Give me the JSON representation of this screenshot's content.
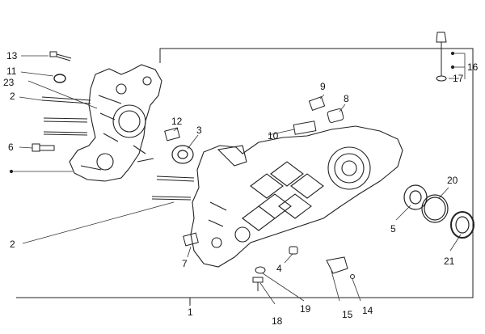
{
  "diagram": {
    "callouts": [
      {
        "id": "c1",
        "label": "1"
      },
      {
        "id": "c2a",
        "label": "2"
      },
      {
        "id": "c2b",
        "label": "2"
      },
      {
        "id": "c3",
        "label": "3"
      },
      {
        "id": "c4",
        "label": "4"
      },
      {
        "id": "c5",
        "label": "5"
      },
      {
        "id": "c6",
        "label": "6"
      },
      {
        "id": "c7",
        "label": "7"
      },
      {
        "id": "c8",
        "label": "8"
      },
      {
        "id": "c9",
        "label": "9"
      },
      {
        "id": "c10",
        "label": "10"
      },
      {
        "id": "c11",
        "label": "11"
      },
      {
        "id": "c12",
        "label": "12"
      },
      {
        "id": "c13",
        "label": "13"
      },
      {
        "id": "c14",
        "label": "14"
      },
      {
        "id": "c15",
        "label": "15"
      },
      {
        "id": "c16",
        "label": "16"
      },
      {
        "id": "c17",
        "label": "17"
      },
      {
        "id": "c18",
        "label": "18"
      },
      {
        "id": "c19",
        "label": "19"
      },
      {
        "id": "c20",
        "label": "20"
      },
      {
        "id": "c21",
        "label": "21"
      },
      {
        "id": "c23",
        "label": "23"
      }
    ]
  }
}
